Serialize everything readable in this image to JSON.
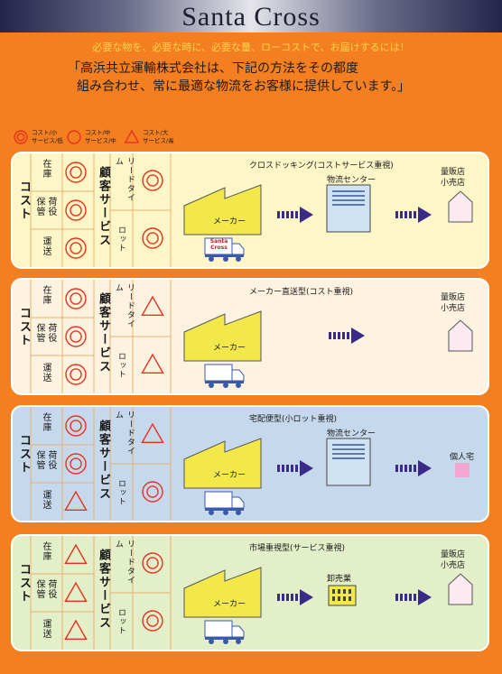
{
  "header": {
    "title": "Santa  Cross",
    "subtitle": "必要な物を、必要な時に、必要な量、ローコストで、お届けするには！",
    "quote_line1": "「高浜共立運輸株式会社は、下記の方法をその都度",
    "quote_line2": "組み合わせ、常に最適な物流をお客様に提供しています。」"
  },
  "legend": [
    {
      "symbol": "double-circle",
      "text": "コスト/小\nサービス/低"
    },
    {
      "symbol": "circle",
      "text": "コスト/中\nサービス/中"
    },
    {
      "symbol": "triangle",
      "text": "コスト/大\nサービス/長"
    }
  ],
  "labels": {
    "cost": "コスト",
    "stock": "在庫",
    "storage": "保管",
    "handling": "荷役",
    "transport": "運送",
    "service": "顧客サービス",
    "leadtime": "リードタイム",
    "lot": "ロット",
    "maker": "メーカー",
    "truck_logo": "Santa\nCross"
  },
  "colors": {
    "background": "#f47f20",
    "accent_red": "#e8331f",
    "arrow": "#3a2a8a",
    "maker_yellow": "#f2e84a"
  },
  "panels": [
    {
      "id": "cross-docking",
      "title": "クロスドッキング(コストサービス重視)",
      "bg": "#fdf7c8",
      "symbols": {
        "stock": "double-circle",
        "storage": "double-circle",
        "transport": "double-circle",
        "leadtime": "double-circle",
        "lot": "double-circle"
      },
      "middle": "物流センター",
      "middle_type": "center",
      "destination": [
        "量販店",
        "小売店"
      ],
      "dest_type": "house",
      "logo_truck": true
    },
    {
      "id": "direct",
      "title": "メーカー直送型(コスト重視)",
      "bg": "#fdf3e0",
      "symbols": {
        "stock": "double-circle",
        "storage": "double-circle",
        "transport": "double-circle",
        "leadtime": "triangle",
        "lot": "triangle"
      },
      "middle": "",
      "middle_type": "none",
      "destination": [
        "量販店",
        "小売店"
      ],
      "dest_type": "house",
      "logo_truck": false
    },
    {
      "id": "home-delivery",
      "title": "宅配便型(小ロット重視)",
      "bg": "#c6d9ec",
      "symbols": {
        "stock": "double-circle",
        "storage": "double-circle",
        "transport": "triangle",
        "leadtime": "triangle",
        "lot": "double-circle"
      },
      "middle": "物流センター",
      "middle_type": "center",
      "destination": [
        "個人宅"
      ],
      "dest_type": "pink-box",
      "logo_truck": false
    },
    {
      "id": "market",
      "title": "市場重視型(サービス重視)",
      "bg": "#e2efc8",
      "symbols": {
        "stock": "triangle",
        "storage": "triangle",
        "transport": "triangle",
        "leadtime": "double-circle",
        "lot": "double-circle"
      },
      "middle": "卸売業",
      "middle_type": "wholesale",
      "destination": [
        "量販店",
        "小売店"
      ],
      "dest_type": "house",
      "logo_truck": false
    }
  ]
}
